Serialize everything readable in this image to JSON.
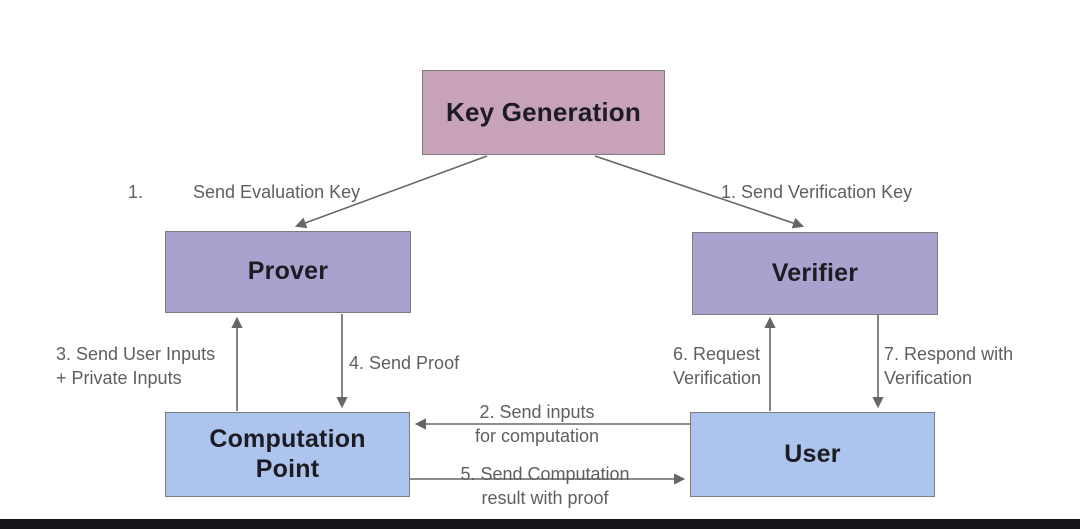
{
  "colors": {
    "box_keygen": "#c7a2b8",
    "box_purple": "#a9a1ce",
    "box_blue": "#adc4ee",
    "box_border": "#7d7d7d",
    "arrow": "#666666",
    "label_text": "#5f5f5f",
    "node_text": "#1c1c22",
    "footer_bar": "#14161a",
    "background": "#ffffff"
  },
  "diagram": {
    "nodes": {
      "key_generation": {
        "label": "Key Generation"
      },
      "prover": {
        "label": "Prover"
      },
      "verifier": {
        "label": "Verifier"
      },
      "computation_point": {
        "label": "Computation\nPoint"
      },
      "user": {
        "label": "User"
      }
    },
    "edge_labels": {
      "send_evaluation_key": "1.          Send Evaluation Key",
      "send_verification_key": "1. Send Verification Key",
      "send_inputs_for_computation": "2. Send inputs\nfor computation",
      "send_user_inputs": "3. Send User Inputs\n+ Private Inputs",
      "send_proof": "4. Send Proof",
      "send_computation_result": "5. Send Computation\nresult with proof",
      "request_verification": "6. Request\nVerification",
      "respond_with_verification": "7. Respond with\nVerification"
    }
  }
}
